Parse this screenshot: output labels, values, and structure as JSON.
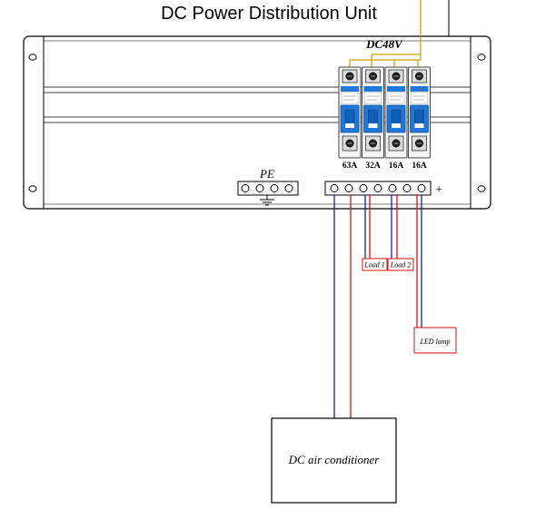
{
  "title": "DC Power Distribution Unit",
  "bus_label": "DC48V",
  "pe_label": "PE",
  "plus_label": "+",
  "breakers": [
    {
      "rating": "63A"
    },
    {
      "rating": "32A"
    },
    {
      "rating": "16A"
    },
    {
      "rating": "16A"
    }
  ],
  "loads": {
    "load1": "Load 1",
    "load2": "Load 2",
    "led_lamp": "LED  lamp",
    "dc_air_conditioner": "DC air conditioner"
  },
  "colors": {
    "bus_wire": "#c8a000",
    "negative_wire": "#1a1acc",
    "positive_wire": "#dd1111",
    "breaker_body": "#f4f4f4",
    "breaker_blue": "#1f77d8"
  }
}
